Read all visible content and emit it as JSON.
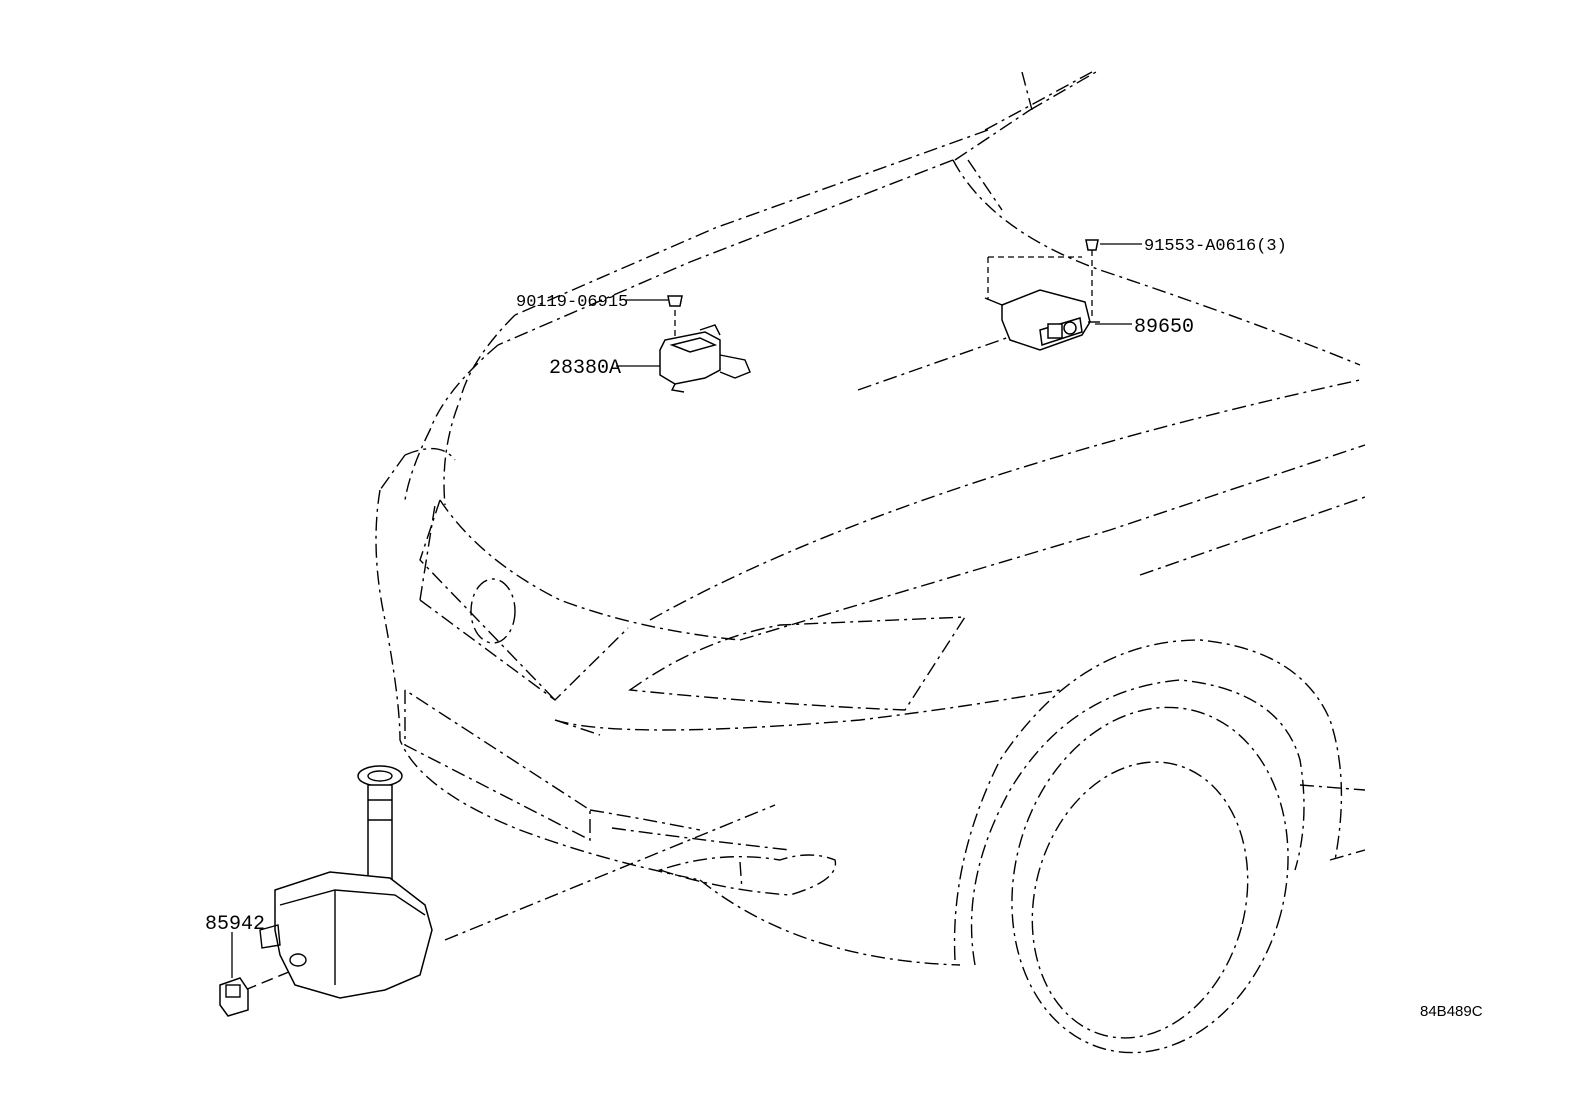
{
  "diagram": {
    "code": "84B489C",
    "callouts": {
      "bolt_left": "90119-06915",
      "sensor_left": "28380A",
      "bolt_right": "91553-A0616(3)",
      "module_right": "89650",
      "washer_part": "85942"
    }
  }
}
